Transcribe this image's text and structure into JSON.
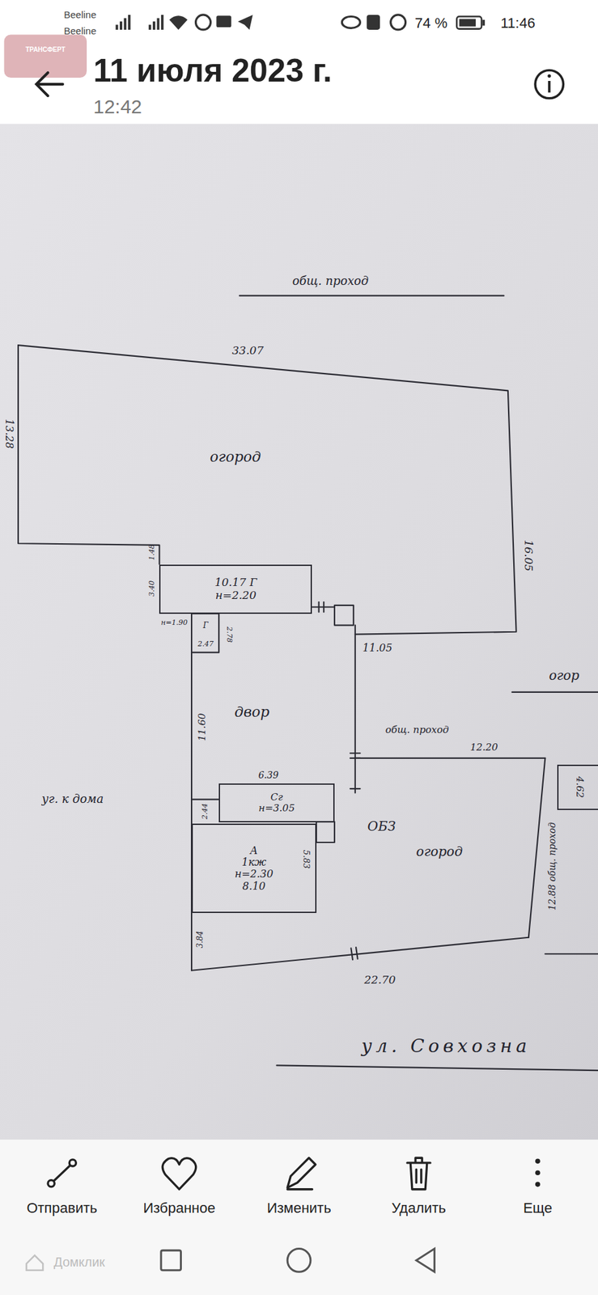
{
  "diagram": {
    "nodes": [
      {
        "text": [
          "10.17 Г",
          "н=2.20"
        ]
      },
      {
        "text": [
          "Сг",
          "н=3.05"
        ]
      },
      {
        "text": [
          "А",
          "1кж",
          "н=2.30",
          "8.10"
        ]
      },
      {
        "text": [
          "4.62"
        ]
      }
    ],
    "labels": [
      "Beeline",
      "Beeline",
      "74 %",
      "11:46",
      "ТРАНСФЕРТ",
      "11 июля 2023 г.",
      "12:42",
      "общ. проход",
      "33.07",
      "13.28",
      "огород",
      "16.05",
      "1.48",
      "3.40",
      "Г",
      "н=1.90",
      "2.47",
      "2.78",
      "11.05",
      "огор",
      "двор",
      "11.60",
      "общ. проход",
      "12.20",
      "уг. к дома",
      "6.39",
      "2.44",
      "ОБЗ",
      "5.83",
      "огород",
      "12.88 общ. проход",
      "3.84",
      "22.70",
      "ул. Совхозна",
      "Отправить",
      "Избранное",
      "Изменить",
      "Удалить",
      "Еще",
      "Домклик"
    ]
  }
}
